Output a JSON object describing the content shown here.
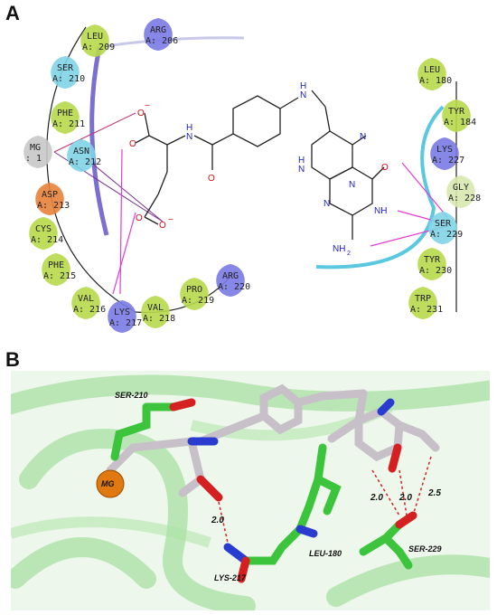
{
  "panel_a": {
    "letter": "A",
    "residues": [
      {
        "name": "LEU",
        "num": "209",
        "color": "#b8d94a"
      },
      {
        "name": "ARG",
        "num": "206",
        "color": "#7a7ae6"
      },
      {
        "name": "SER",
        "num": "210",
        "color": "#7fd3e6"
      },
      {
        "name": "PHE",
        "num": "211",
        "color": "#b8d94a"
      },
      {
        "name": "MG",
        "num": ": 1",
        "color": "#c8c8c8"
      },
      {
        "name": "ASN",
        "num": "212",
        "color": "#7fd3e6"
      },
      {
        "name": "ASP",
        "num": "213",
        "color": "#e8823a"
      },
      {
        "name": "CYS",
        "num": "214",
        "color": "#b8d94a"
      },
      {
        "name": "PHE",
        "num": "215",
        "color": "#b8d94a"
      },
      {
        "name": "VAL",
        "num": "216",
        "color": "#b8d94a"
      },
      {
        "name": "LYS",
        "num": "217",
        "color": "#7a7ae6"
      },
      {
        "name": "VAL",
        "num": "218",
        "color": "#b8d94a"
      },
      {
        "name": "PRO",
        "num": "219",
        "color": "#b8d94a"
      },
      {
        "name": "ARG",
        "num": "220",
        "color": "#7a7ae6"
      },
      {
        "name": "LEU",
        "num": "180",
        "color": "#b8d94a"
      },
      {
        "name": "TYR",
        "num": "184",
        "color": "#b8d94a"
      },
      {
        "name": "LYS",
        "num": "227",
        "color": "#7a7ae6"
      },
      {
        "name": "GLY",
        "num": "228",
        "color": "#d8e8b0"
      },
      {
        "name": "SER",
        "num": "229",
        "color": "#7fd3e6"
      },
      {
        "name": "TYR",
        "num": "230",
        "color": "#b8d94a"
      },
      {
        "name": "TRP",
        "num": "231",
        "color": "#b8d94a"
      }
    ],
    "atoms": {
      "o_minus_top": "O",
      "o_minus_bottom": "O",
      "minus": "−",
      "o_carbonyl1": "O",
      "o_carbonyl2": "O",
      "o_ring": "O",
      "nh_amide": "N",
      "h_amide": "H",
      "nh_linker": "N",
      "h_linker": "H",
      "n_methyl": "N",
      "nh_ring1": "N",
      "h_ring1": "H",
      "n_ring2": "N",
      "n_ring3": "N",
      "nh_ring4": "NH",
      "nh2": "NH",
      "sub2": "2"
    }
  },
  "panel_b": {
    "letter": "B",
    "labels": {
      "ser210": "SER-210",
      "mg": "MG",
      "lys217": "LYS-217",
      "leu180": "LEU-180",
      "ser229": "SER-229"
    },
    "distances": [
      "2.0",
      "2.0",
      "2.0",
      "2.5"
    ]
  },
  "colors": {
    "protein_ribbon": "#8fd98a",
    "ligand_carbon": "#c8c0c8",
    "residue_carbon": "#3cc43c",
    "nitrogen": "#2a3cd0",
    "oxygen": "#d42020",
    "mg": "#e07a10",
    "hbond": "#e23cd4"
  }
}
